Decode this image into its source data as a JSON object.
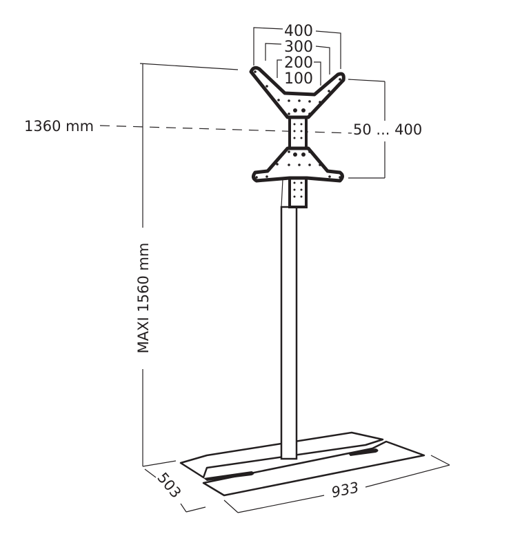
{
  "title": "TV floor stand dimension drawing",
  "labels": {
    "vesa_400": "400",
    "vesa_300": "300",
    "vesa_200": "200",
    "vesa_100": "100",
    "height_center": "1360 mm",
    "vertical_range": "50 ... 400",
    "max_height": "MAXI 1560 mm",
    "depth": "503",
    "width": "933"
  },
  "colors": {
    "line": "#231f20",
    "background": "#ffffff"
  }
}
